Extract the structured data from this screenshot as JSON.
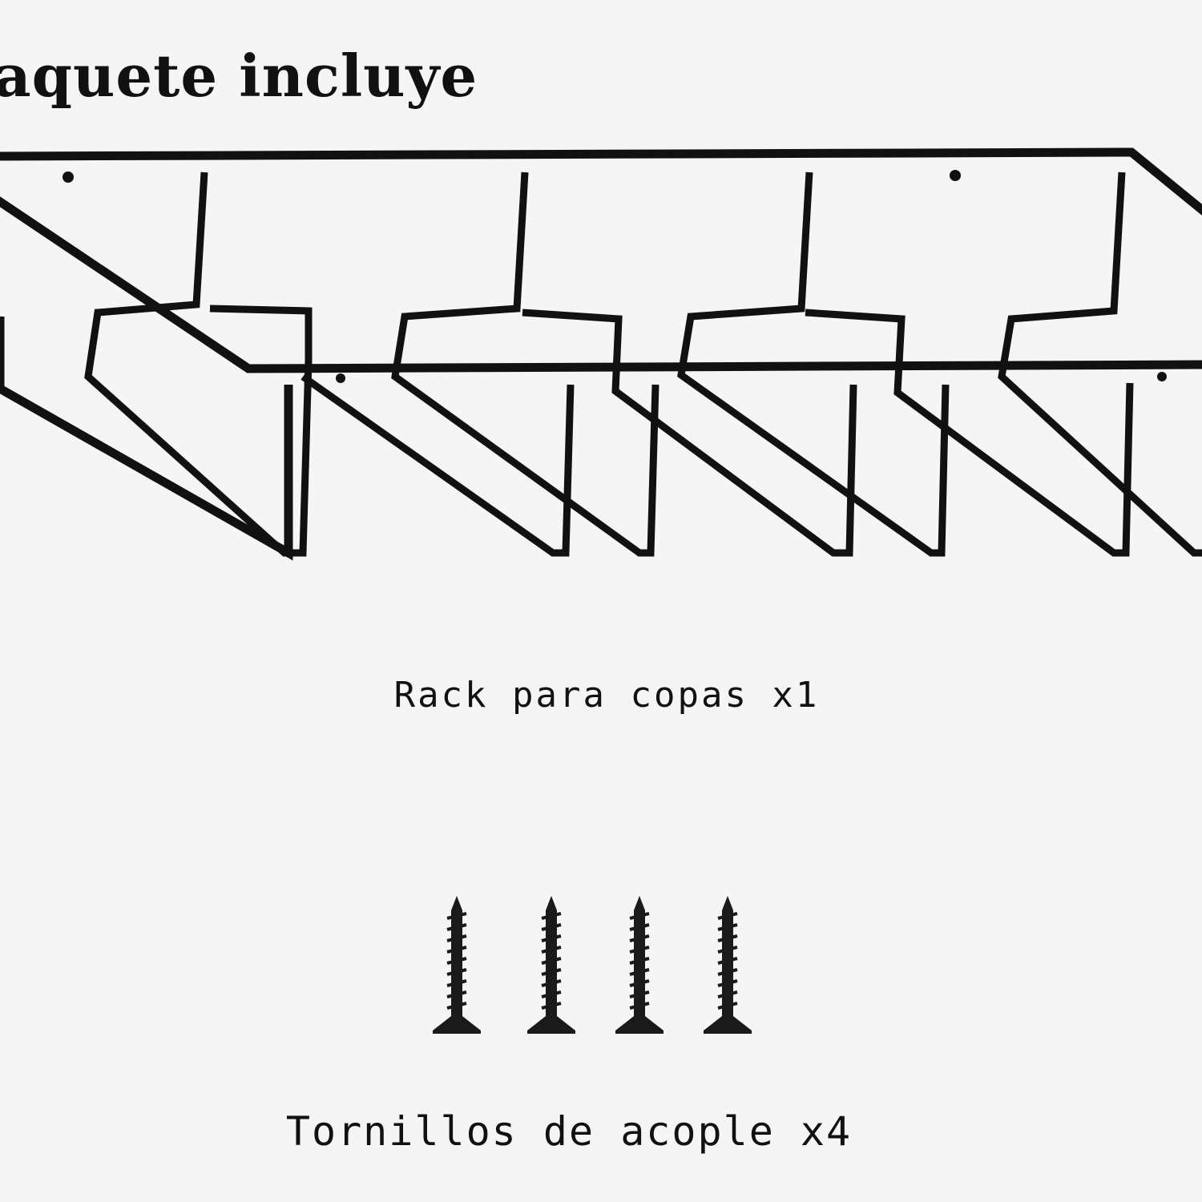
{
  "heading": "aquete incluye",
  "items": [
    {
      "name": "Rack para copas x1",
      "quantity": 1
    },
    {
      "name": "Tornillos de acople x4",
      "quantity": 4
    }
  ],
  "colors": {
    "background": "#f5f5f5",
    "ink": "#111111"
  }
}
